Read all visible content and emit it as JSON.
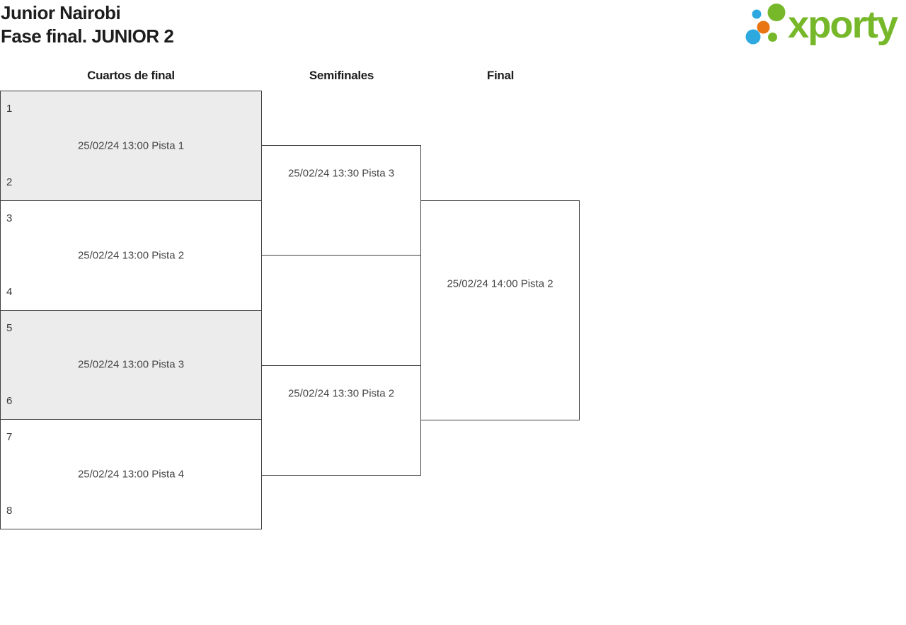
{
  "page": {
    "title_line1": "Junior Nairobi",
    "title_line2": "Fase final. JUNIOR 2"
  },
  "logo": {
    "wordmark": "xporty",
    "colors": {
      "green": "#76b82a",
      "blue": "#2ea9e0",
      "orange": "#e87511"
    }
  },
  "rounds": [
    {
      "label": "Cuartos de final"
    },
    {
      "label": "Semifinales"
    },
    {
      "label": "Final"
    }
  ],
  "bracket": {
    "quarterfinals": [
      {
        "seed_top": "1",
        "seed_bottom": "2",
        "schedule": "25/02/24 13:00 Pista 1",
        "shaded": true
      },
      {
        "seed_top": "3",
        "seed_bottom": "4",
        "schedule": "25/02/24 13:00 Pista 2",
        "shaded": false
      },
      {
        "seed_top": "5",
        "seed_bottom": "6",
        "schedule": "25/02/24 13:00 Pista 3",
        "shaded": true
      },
      {
        "seed_top": "7",
        "seed_bottom": "8",
        "schedule": "25/02/24 13:00 Pista 4",
        "shaded": false
      }
    ],
    "semifinals": [
      {
        "schedule": "25/02/24 13:30 Pista 3"
      },
      {
        "schedule": "25/02/24 13:30 Pista 2"
      }
    ],
    "final": {
      "schedule": "25/02/24 14:00 Pista 2"
    }
  },
  "colors": {
    "shaded_box": "#ececec",
    "border": "#3f3f3f",
    "label_text": "#454545",
    "seed_text": "#3a3a3a",
    "heading_text": "#1d1d1d"
  }
}
